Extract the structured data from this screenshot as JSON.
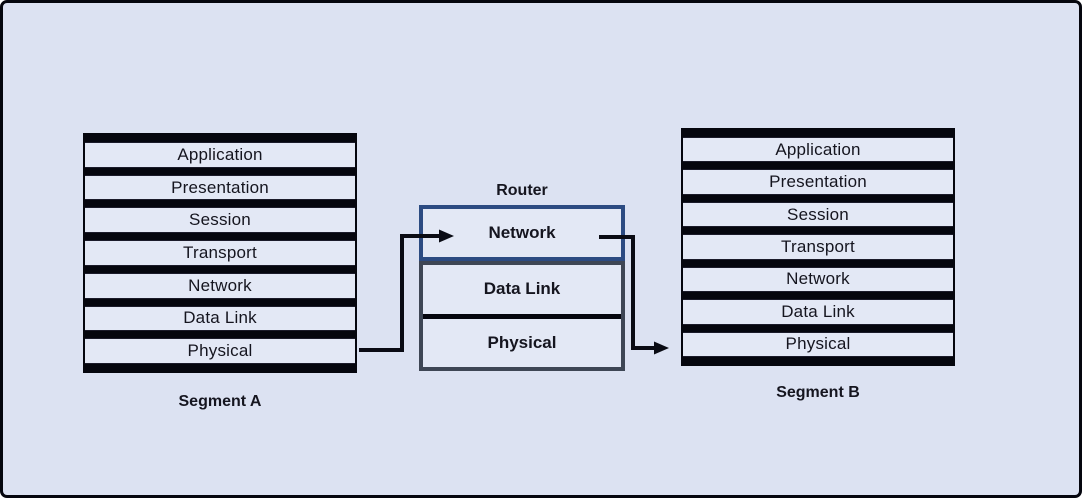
{
  "segment_a": {
    "label": "Segment A",
    "layers": [
      "Application",
      "Presentation",
      "Session",
      "Transport",
      "Network",
      "Data Link",
      "Physical"
    ]
  },
  "segment_b": {
    "label": "Segment B",
    "layers": [
      "Application",
      "Presentation",
      "Session",
      "Transport",
      "Network",
      "Data Link",
      "Physical"
    ]
  },
  "router": {
    "label": "Router",
    "layers": [
      "Network",
      "Data Link",
      "Physical"
    ]
  },
  "colors": {
    "background": "#dce2f2",
    "cell_fill": "#e3e8f5",
    "separator_bar": "#05060e",
    "text": "#15151f",
    "router_network_border": "#2c4b82",
    "router_lower_border": "#3e4655",
    "arrow": "#0a0b14"
  }
}
